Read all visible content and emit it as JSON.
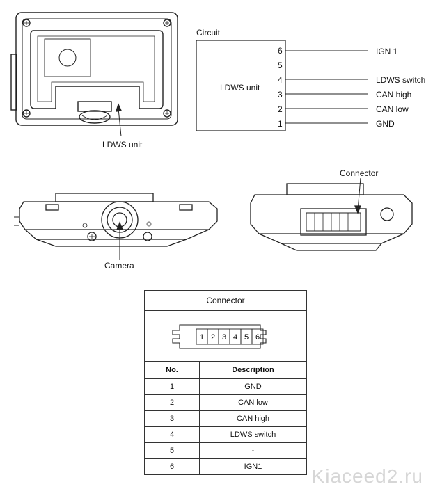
{
  "top_unit": {
    "label": "LDWS unit"
  },
  "circuit": {
    "heading": "Circuit",
    "unit_label": "LDWS unit",
    "pins": [
      {
        "no": "6",
        "signal": "IGN 1"
      },
      {
        "no": "5",
        "signal": ""
      },
      {
        "no": "4",
        "signal": "LDWS switch"
      },
      {
        "no": "3",
        "signal": "CAN high"
      },
      {
        "no": "2",
        "signal": "CAN low"
      },
      {
        "no": "1",
        "signal": "GND"
      }
    ]
  },
  "front_view": {
    "label": "Camera"
  },
  "rear_view": {
    "label": "Connector"
  },
  "table": {
    "title": "Connector",
    "diagram_pins": [
      "1",
      "2",
      "3",
      "4",
      "5",
      "6"
    ],
    "headers": {
      "no": "No.",
      "description": "Description"
    },
    "rows": [
      {
        "no": "1",
        "description": "GND"
      },
      {
        "no": "2",
        "description": "CAN low"
      },
      {
        "no": "3",
        "description": "CAN high"
      },
      {
        "no": "4",
        "description": "LDWS switch"
      },
      {
        "no": "5",
        "description": "-"
      },
      {
        "no": "6",
        "description": "IGN1"
      }
    ]
  },
  "watermark": "Kiaceed2.ru"
}
